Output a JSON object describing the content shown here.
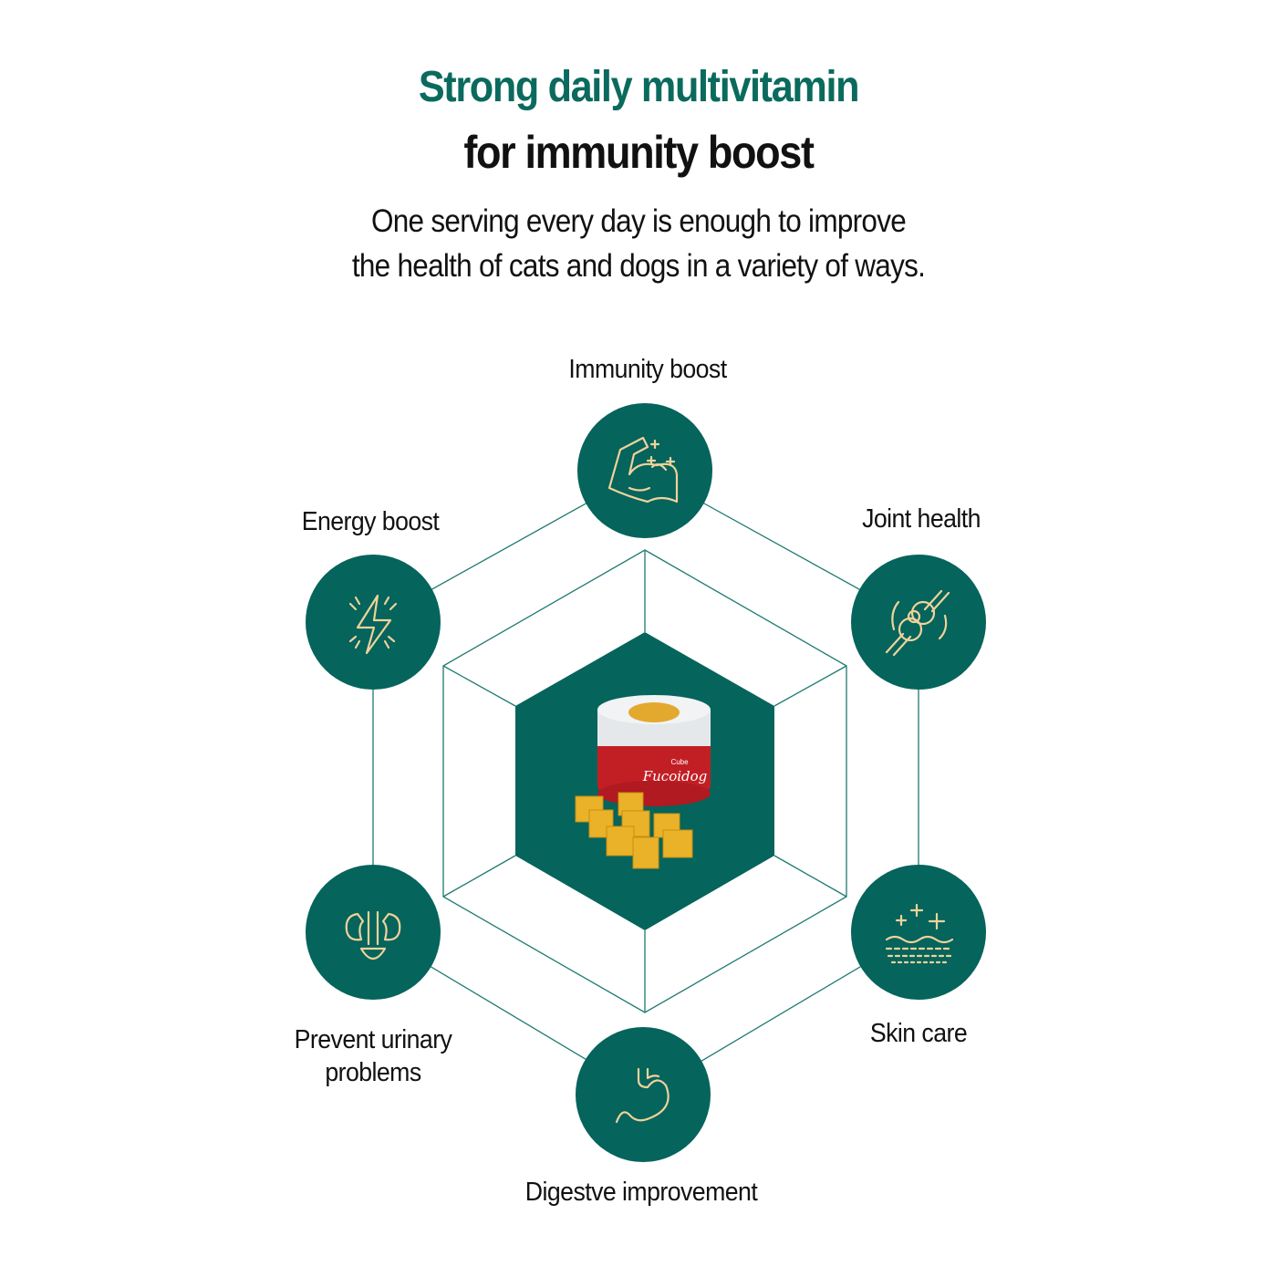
{
  "header": {
    "title_line1": "Strong daily multivitamin",
    "title_line2": "for immunity boost",
    "subtitle_line1": "One serving every day is enough to improve",
    "subtitle_line2": "the health of cats and dogs in a variety of ways."
  },
  "benefits": [
    {
      "label": "Immunity boost",
      "icon": "flexed-arm-icon"
    },
    {
      "label": "Joint health",
      "icon": "joint-icon"
    },
    {
      "label": "Skin care",
      "icon": "skin-icon"
    },
    {
      "label": "Digestve improvement",
      "icon": "stomach-icon"
    },
    {
      "label": "Prevent urinary",
      "label_line2": "problems",
      "icon": "kidney-icon"
    },
    {
      "label": "Energy boost",
      "icon": "lightning-icon"
    }
  ],
  "product": {
    "brand": "Fucoidog",
    "variant": "Cube"
  },
  "colors": {
    "accent": "#05645c",
    "icon": "#f0d29a",
    "title": "#0b6a5e"
  }
}
